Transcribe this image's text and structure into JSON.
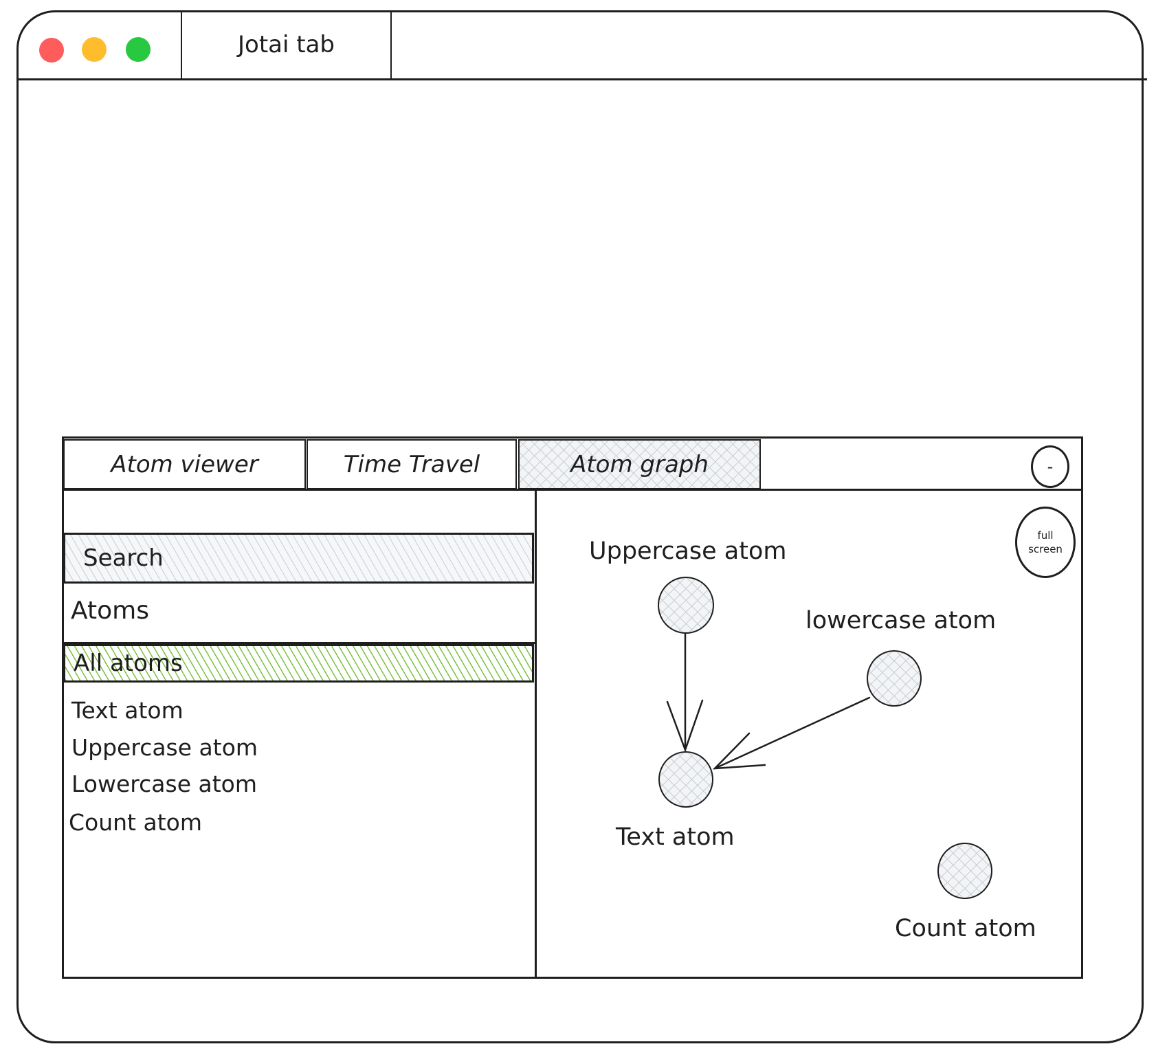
{
  "window": {
    "controls": {
      "close_color": "#ff5c5c",
      "minimize_color": "#ffbd2e",
      "maximize_color": "#28c840"
    },
    "tab": {
      "label": "Jotai tab"
    }
  },
  "devtools": {
    "tabs": [
      {
        "label": "Atom viewer",
        "active": false
      },
      {
        "label": "Time Travel",
        "active": false
      },
      {
        "label": "Atom graph",
        "active": true
      }
    ],
    "minimize_button": {
      "label": "-"
    },
    "sidebar": {
      "search": {
        "placeholder": "Search"
      },
      "section_title": "Atoms",
      "filter": {
        "label": "All atoms",
        "color": "#7cc242"
      },
      "items": [
        {
          "label": "Text atom"
        },
        {
          "label": "Uppercase atom"
        },
        {
          "label": "Lowercase atom"
        },
        {
          "label": "Count atom"
        }
      ]
    },
    "graph": {
      "fullscreen_button": {
        "line1": "full",
        "line2": "screen"
      },
      "nodes": [
        {
          "id": "uppercase",
          "label": "Uppercase atom"
        },
        {
          "id": "lowercase",
          "label": "lowercase atom"
        },
        {
          "id": "text",
          "label": "Text atom"
        },
        {
          "id": "count",
          "label": "Count atom"
        }
      ],
      "edges": [
        {
          "from": "uppercase",
          "to": "text"
        },
        {
          "from": "lowercase",
          "to": "text"
        }
      ]
    }
  }
}
